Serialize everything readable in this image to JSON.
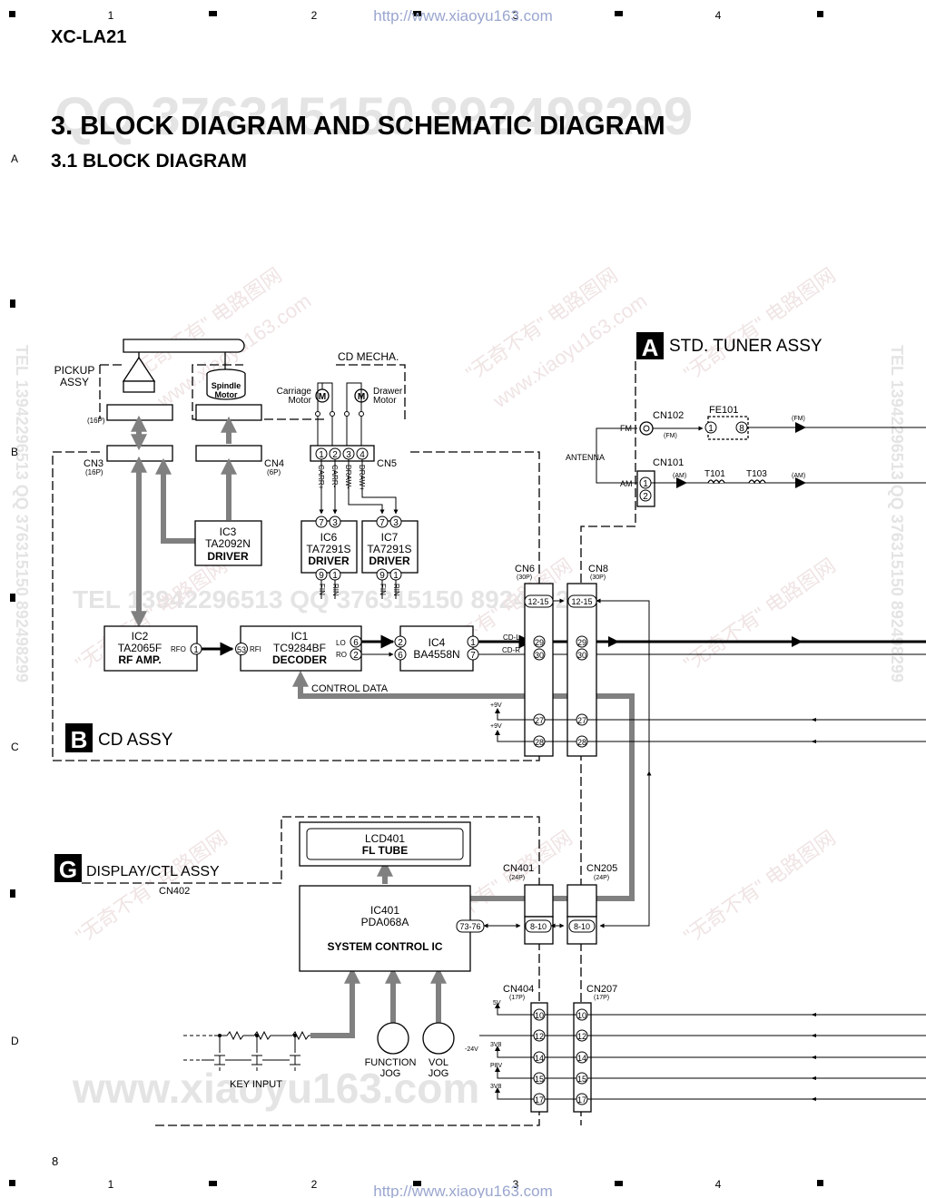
{
  "header": {
    "model": "XC-LA21",
    "url_top": "http://www.xiaoyu163.com",
    "url_bottom": "http://www.xiaoyu163.com",
    "grid_columns": [
      "1",
      "2",
      "3",
      "4"
    ],
    "grid_rows": [
      "A",
      "B",
      "C",
      "D"
    ],
    "page_number": "8"
  },
  "titles": {
    "main": "3. BLOCK DIAGRAM AND SCHEMATIC DIAGRAM",
    "sub": "3.1 BLOCK DIAGRAM"
  },
  "watermarks": {
    "qq": "QQ 376315150  892498299",
    "tel": "TEL 13942296513  QQ 376315150  892498299",
    "www": "www.xiaoyu163.com",
    "cn": "\"无奇不有\" 电路图网",
    "side": "TEL 13942296513  QQ 376315150  892498299"
  },
  "assemblies": {
    "tuner": {
      "letter": "A",
      "name": "STD. TUNER ASSY"
    },
    "cd": {
      "letter": "B",
      "name": "CD ASSY"
    },
    "display": {
      "letter": "G",
      "name": "DISPLAY/CTL  ASSY"
    }
  },
  "cd_mecha": {
    "label": "CD MECHA.",
    "pickup": "PICKUP",
    "assy": "ASSY",
    "spindle1": "Spindle",
    "spindle2": "Motor",
    "carriage1": "Carriage",
    "carriage2": "Motor",
    "drawer1": "Drawer",
    "drawer2": "Motor",
    "motor_symbol": "M",
    "pickup_pins": "(16P)"
  },
  "connectors": {
    "cn3": "CN3",
    "cn3_pins": "(16P)",
    "cn4": "CN4",
    "cn4_pins": "(6P)",
    "cn5": "CN5",
    "cn6": "CN6",
    "cn6_pins": "(30P)",
    "cn8": "CN8",
    "cn8_pins": "(30P)",
    "cn102": "CN102",
    "cn101": "CN101",
    "cn401": "CN401",
    "cn401_pins": "(24P)",
    "cn205": "CN205",
    "cn205_pins": "(24P)",
    "cn402": "CN402",
    "cn404": "CN404",
    "cn404_pins": "(17P)",
    "cn207": "CN207",
    "cn207_pins": "(17P)"
  },
  "cn5_pins": [
    "1",
    "2",
    "3",
    "4"
  ],
  "cn5_signals": [
    "CARR+",
    "CARR-",
    "DRAW-",
    "DRAW+"
  ],
  "ics": {
    "ic3": {
      "ref": "IC3",
      "part": "TA2092N",
      "func": "DRIVER"
    },
    "ic6": {
      "ref": "IC6",
      "part": "TA7291S",
      "func": "DRIVER"
    },
    "ic7": {
      "ref": "IC7",
      "part": "TA7291S",
      "func": "DRIVER"
    },
    "ic2": {
      "ref": "IC2",
      "part": "TA2065F",
      "func": "RF AMP."
    },
    "ic1": {
      "ref": "IC1",
      "part": "TC9284BF",
      "func": "DECODER"
    },
    "ic4": {
      "ref": "IC4",
      "part": "BA4558N"
    },
    "ic401": {
      "ref": "IC401",
      "part": "PDA068A",
      "func": "SYSTEM CONTROL IC"
    },
    "lcd401": {
      "ref": "LCD401",
      "func": "FL TUBE"
    }
  },
  "pins": {
    "ic6_top": [
      "7",
      "3"
    ],
    "ic6_bot": [
      "9",
      "1"
    ],
    "ic7_top": [
      "7",
      "3"
    ],
    "ic7_bot": [
      "9",
      "1"
    ],
    "fin": "FIN",
    "rin": "RIN",
    "rfo": "RFO",
    "rfo_pin": "1",
    "rfi": "RFI",
    "rfi_pin": "53",
    "lo": "LO",
    "lo_pin": "6",
    "ro": "RO",
    "ro_pin": "2",
    "ic4_in1": "2",
    "ic4_in2": "6",
    "ic4_out1": "1",
    "ic4_out2": "7",
    "cn6_range": "12-15",
    "cn8_range": "12-15",
    "cn6_29": "29",
    "cn6_30": "30",
    "cn8_29": "29",
    "cn8_30": "30",
    "cn6_27": "27",
    "cn6_28": "28",
    "cn8_27": "27",
    "cn8_28": "28",
    "ic401_range": "73-76",
    "cn401_range": "8-10",
    "cn205_range": "8-10",
    "cn404_list": [
      "10",
      "12",
      "14",
      "15",
      "17"
    ],
    "cn207_list": [
      "10",
      "12",
      "14",
      "15",
      "17"
    ],
    "cn101_pins": [
      "1",
      "2"
    ],
    "fe101_pins": [
      "1",
      "8"
    ]
  },
  "signals": {
    "cd_l": "CD-L",
    "cd_r": "CD-R",
    "control_data": "CONTROL DATA",
    "v9a": "+9V",
    "v9b": "+9V",
    "v5": "5V",
    "v24": "-24V",
    "v3v8a": "3V8",
    "p8v": "P8V",
    "v3v8b": "3V8"
  },
  "tuner": {
    "antenna": "ANTENNA",
    "fm": "FM",
    "am": "AM",
    "fm_small": "(FM)",
    "am_small": "(AM)",
    "fe101": "FE101",
    "t101": "T101",
    "t103": "T103",
    "fm_out": "(FM)",
    "am_out": "(AM)",
    "am_in": "(AM)"
  },
  "display_panel": {
    "key_input": "KEY INPUT",
    "func1": "FUNCTION",
    "func2": "JOG",
    "vol1": "VOL",
    "vol2": "JOG"
  },
  "colors": {
    "bus_gray": "#808080",
    "watermark": "#e4e4e4",
    "url": "#9aa6cf"
  }
}
